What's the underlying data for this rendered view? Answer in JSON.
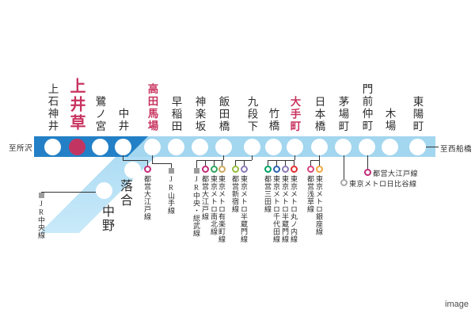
{
  "watermark": "image",
  "endpoints": {
    "left": "至所沢",
    "right": "至西船橋"
  },
  "stations": [
    {
      "name": "上石神井",
      "highlight": false
    },
    {
      "name": "上井草",
      "highlight": true
    },
    {
      "name": "鷺ノ宮",
      "highlight": false
    },
    {
      "name": "中井",
      "highlight": false
    },
    {
      "name": "高田馬場",
      "highlight": true
    },
    {
      "name": "早稲田",
      "highlight": false
    },
    {
      "name": "神楽坂",
      "highlight": false
    },
    {
      "name": "飯田橋",
      "highlight": false
    },
    {
      "name": "九段下",
      "highlight": false
    },
    {
      "name": "竹橋",
      "highlight": false
    },
    {
      "name": "大手町",
      "highlight": true
    },
    {
      "name": "日本橋",
      "highlight": false
    },
    {
      "name": "茅場町",
      "highlight": false
    },
    {
      "name": "門前仲町",
      "highlight": false
    },
    {
      "name": "木場",
      "highlight": false
    },
    {
      "name": "東陽町",
      "highlight": false
    }
  ],
  "branch": {
    "stations": [
      "落合",
      "中野"
    ],
    "connection_label": "JR中央線"
  },
  "transfers": [
    {
      "station": "中井",
      "label": "都営大江戸線",
      "icon": "toei-oedo-ring",
      "color": "#C12A78"
    },
    {
      "station": "高田馬場",
      "label": "JR山手線",
      "icon": "jr-square",
      "color": "#9C9C9C"
    },
    {
      "station": "飯田橋",
      "label": "JR中央・総武線",
      "icon": "jr-square",
      "color": "#9C9C9C"
    },
    {
      "station": "飯田橋",
      "label": "都営大江戸線",
      "icon": "toei-oedo-ring",
      "color": "#C12A78"
    },
    {
      "station": "飯田橋",
      "label": "東京メトロ南北線",
      "icon": "metro-namboku-ring",
      "color": "#2FA45F"
    },
    {
      "station": "飯田橋",
      "label": "東京メトロ有楽町線",
      "icon": "metro-yurakucho-ring",
      "color": "#CCA75C"
    },
    {
      "station": "九段下",
      "label": "都営新宿線",
      "icon": "toei-shinjuku-ring",
      "color": "#97BE3D"
    },
    {
      "station": "九段下",
      "label": "東京メトロ半蔵門線",
      "icon": "metro-hanzomon-ring",
      "color": "#8B7AB8"
    },
    {
      "station": "大手町",
      "label": "都営三田線",
      "icon": "toei-mita-ring",
      "color": "#00A263"
    },
    {
      "station": "大手町",
      "label": "東京メトロ千代田線",
      "icon": "metro-chiyoda-ring",
      "color": "#2A62AE"
    },
    {
      "station": "大手町",
      "label": "東京メトロ半蔵門線",
      "icon": "metro-hanzomon-ring",
      "color": "#8B7AB8"
    },
    {
      "station": "大手町",
      "label": "東京メトロ丸ノ内線",
      "icon": "metro-marunouchi-ring",
      "color": "#E23030"
    },
    {
      "station": "日本橋",
      "label": "都営浅草線",
      "icon": "toei-asakusa-ring",
      "color": "#D9437F"
    },
    {
      "station": "日本橋",
      "label": "東京メトロ銀座線",
      "icon": "metro-ginza-ring",
      "color": "#EFA63F"
    },
    {
      "station": "茅場町",
      "label": "東京メトロ日比谷線",
      "icon": "metro-hibiya-ring",
      "color": "#A8A8A8"
    },
    {
      "station": "門前仲町",
      "label": "都営大江戸線",
      "icon": "toei-oedo-ring",
      "color": "#C12A78"
    }
  ],
  "colors": {
    "seibu_band": "#2380C6",
    "tozai_band": "#A3D6EF",
    "branch_band": "#B5E0F5",
    "highlight_text": "#C8335F",
    "highlight_circle": "#C23562",
    "station_text": "#2B2B2B",
    "connector": "#333333"
  }
}
